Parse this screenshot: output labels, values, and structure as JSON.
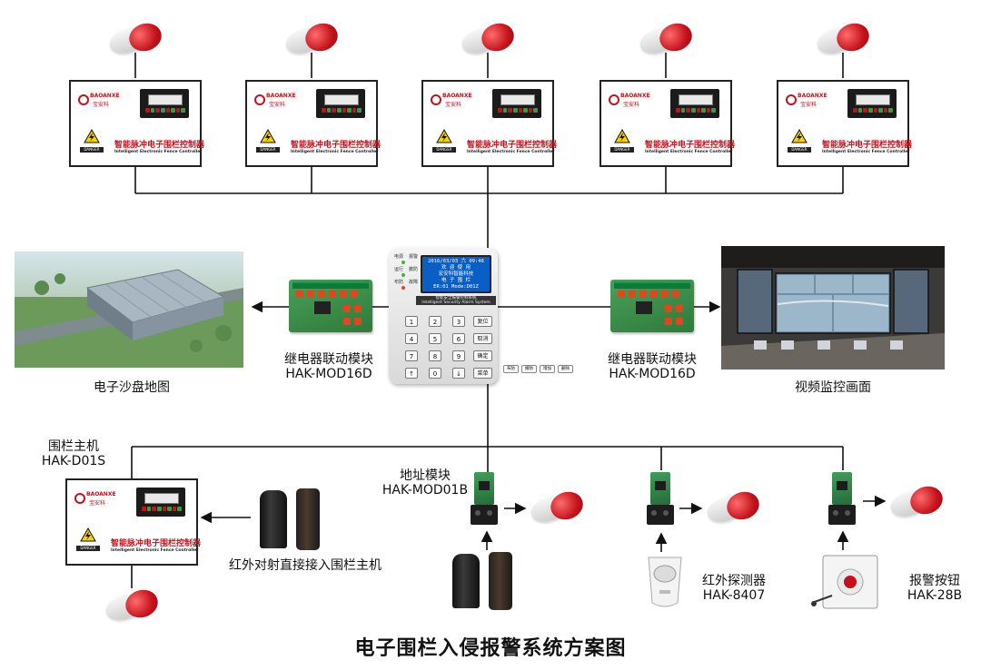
{
  "colors": {
    "wire": "#111111",
    "siren_red": "#c4121c",
    "lcd_blue": "#0a5fc5",
    "board_green": "#3a8e4a"
  },
  "controller": {
    "brand": "BAOANXE",
    "brand_cn": "宝安科",
    "title_cn": "智能脉冲电子围栏控制器",
    "title_en": "Intelligent Electronic Fence Controller",
    "danger": "DANGER"
  },
  "host": {
    "lcd_line1": "2016/03/03 六 09:46",
    "lcd_line2": "欢 迎 使 用",
    "lcd_line3": "宏安科智能科技",
    "lcd_line4": "电 子 围 栏",
    "lcd_line5": "ER:01  Mode:D01Z",
    "strip_cn": "智能安全报警控制系统",
    "strip_en": "Intelligent Security Alarm System",
    "side_labels": [
      "电源",
      "报警",
      "运行",
      "撤防",
      "布防",
      "故障"
    ],
    "keys": [
      "1",
      "2",
      "3",
      "4",
      "5",
      "6",
      "7",
      "8",
      "9",
      "↑",
      "0",
      "↓"
    ],
    "fkeys": [
      "复位",
      "取消",
      "确定",
      "菜单"
    ],
    "bottom_keys": [
      "布防",
      "撤防",
      "增加",
      "删除"
    ]
  },
  "labels": {
    "relay_left_cn": "继电器联动模块",
    "relay_left_model": "HAK-MOD16D",
    "relay_right_cn": "继电器联动模块",
    "relay_right_model": "HAK-MOD16D",
    "sandbox_map": "电子沙盘地图",
    "video_monitor": "视频监控画面",
    "fence_host_cn": "围栏主机",
    "fence_host_model": "HAK-D01S",
    "address_module_cn": "地址模块",
    "address_module_model": "HAK-MOD01B",
    "infrared_direct": "红外对射直接接入围栏主机",
    "pir_cn": "红外探测器",
    "pir_model": "HAK-8407",
    "alarm_button_cn": "报警按钮",
    "alarm_button_model": "HAK-28B"
  },
  "caption": "电子围栏入侵报警系统方案图"
}
